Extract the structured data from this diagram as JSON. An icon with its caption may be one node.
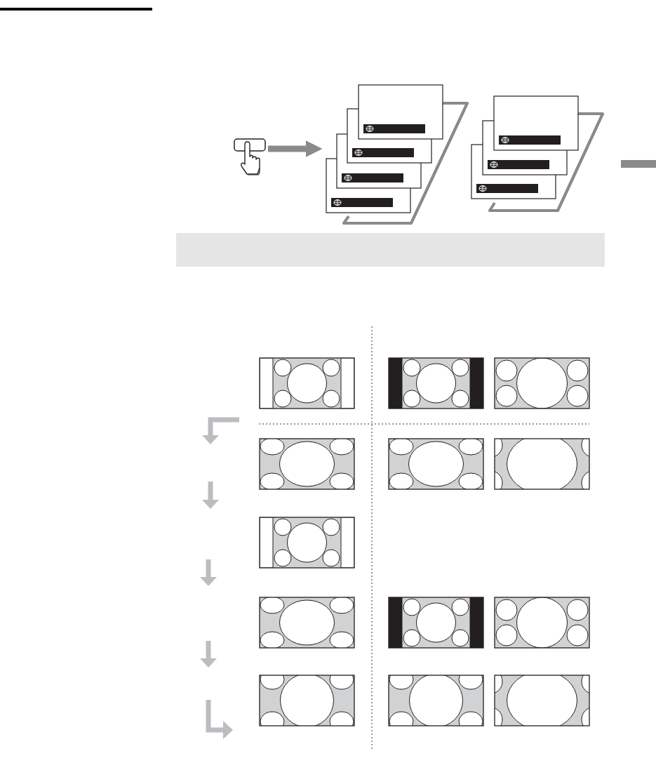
{
  "diagram": {
    "nodes": [
      {
        "text": [],
        "shape": "picture"
      },
      {
        "text": [],
        "shape": "picture"
      },
      {
        "text": [],
        "shape": "picture"
      },
      {
        "text": [],
        "shape": "bar"
      }
    ],
    "edges": [
      {
        "from": 0,
        "to": 1,
        "arrow": "to"
      }
    ]
  }
}
